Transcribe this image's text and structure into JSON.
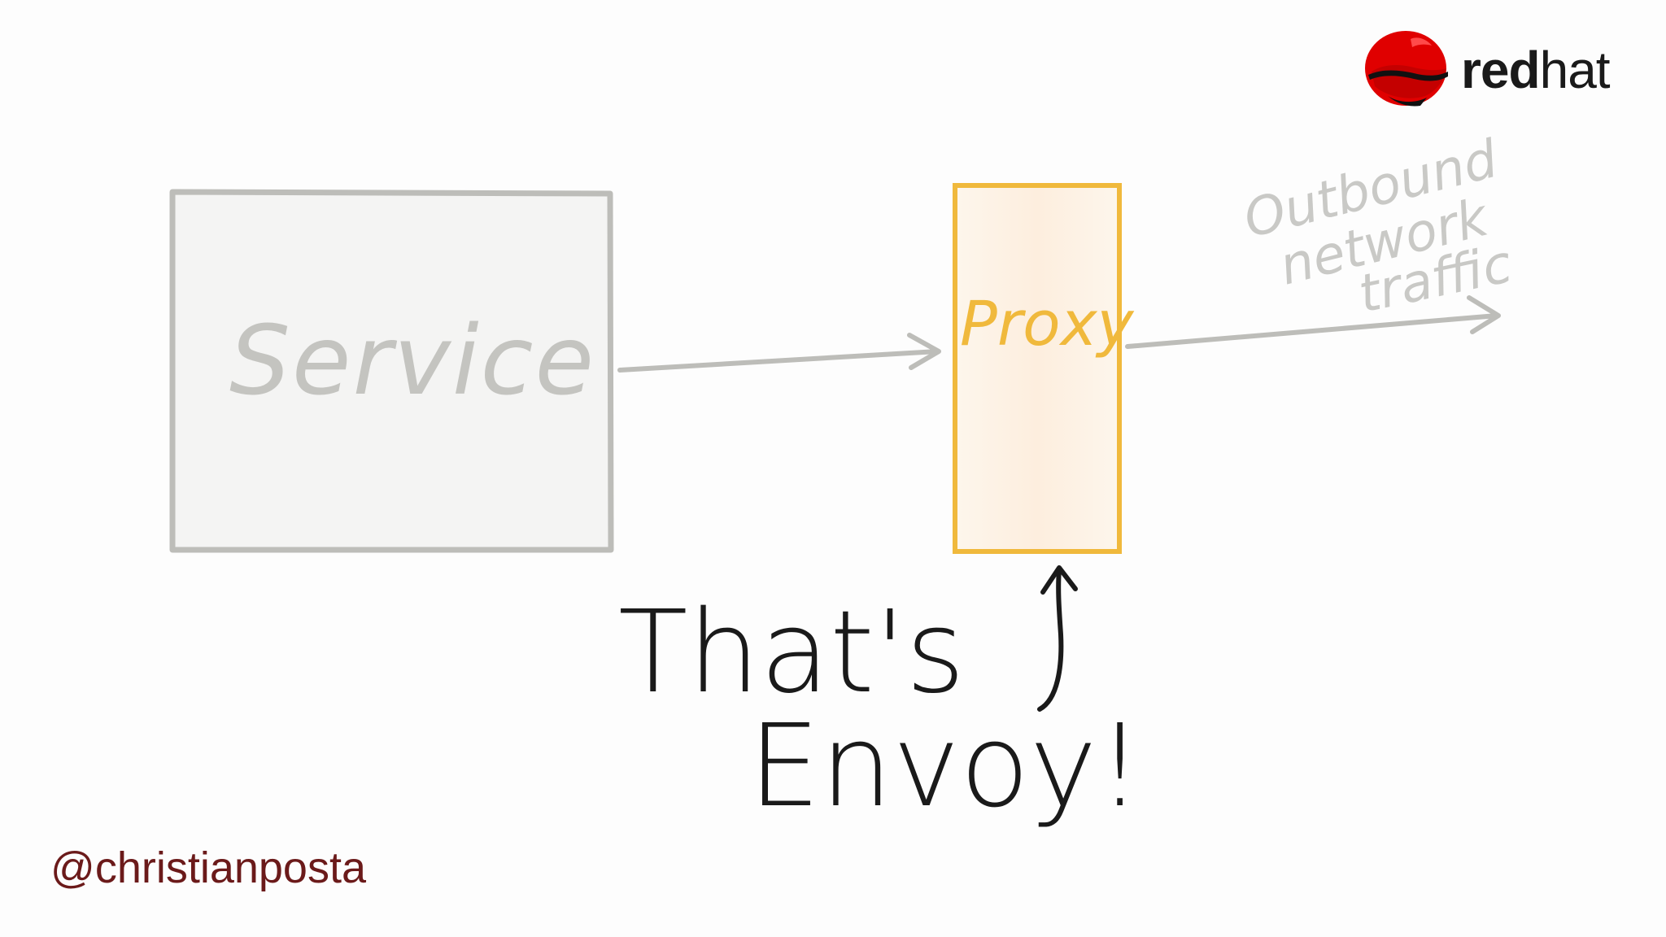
{
  "diagram": {
    "service_label": "Service",
    "proxy_label": "Proxy",
    "traffic_label_lines": [
      "Outbound",
      "network",
      "traffic"
    ],
    "envoy_label_lines": [
      "That's",
      "Envoy!"
    ]
  },
  "footer": {
    "handle": "@christianposta"
  },
  "logo": {
    "brand_bold": "red",
    "brand_light": "hat",
    "icon": "redhat-shadowman-icon"
  },
  "colors": {
    "service_box": "#bdbdb9",
    "proxy_box": "#f0b93c",
    "proxy_fill": "#fdf1e2",
    "arrow": "#bdbdb9",
    "handle_text": "#6b1a1a",
    "brand_red": "#e00000"
  }
}
